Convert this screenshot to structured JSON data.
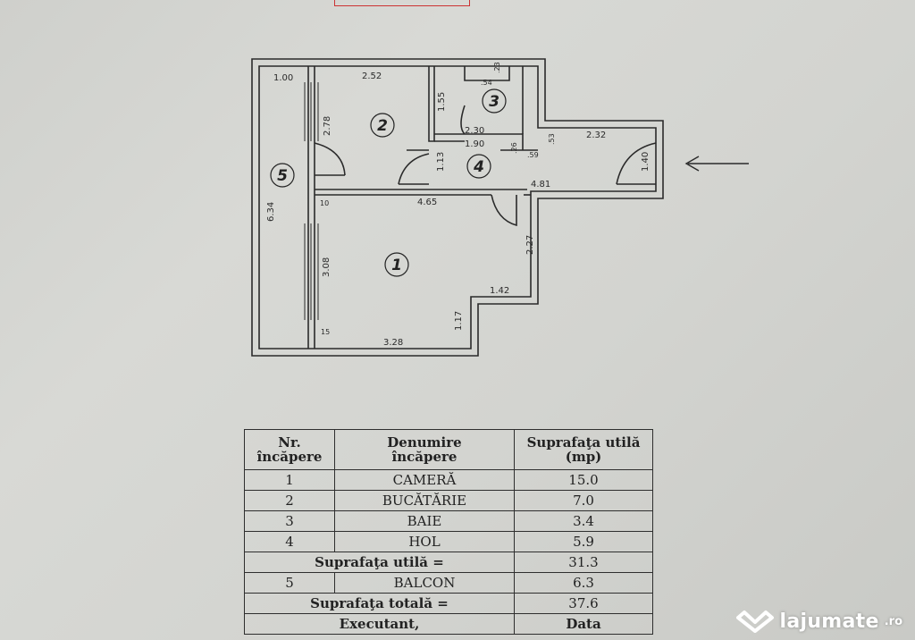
{
  "plan": {
    "dims": {
      "balcony_width": "1.00",
      "kitchen_width": "2.52",
      "bath_top": ".54",
      "bath_top2": ".23",
      "bath_side": "1.55",
      "kitchen_height": "2.78",
      "hall_a": "2.30",
      "hall_b": "1.90",
      "hall_c": ".26",
      "hall_d": ".53",
      "hall_e": "2.32",
      "hall_f": ".59",
      "door_h": "1.13",
      "entry_h": "1.40",
      "balcony_length": "6.34",
      "room_top": "4.65",
      "hall_bottom": "4.81",
      "small_a": "10",
      "room_side": "3.08",
      "room_right": "2.27",
      "room_step": "1.42",
      "room_step_h": "1.17",
      "room_bottom": "3.28",
      "small_b": "15"
    },
    "rooms": [
      "1",
      "2",
      "3",
      "4",
      "5"
    ]
  },
  "table": {
    "headers": [
      "Nr.\nîncăpere",
      "Denumire\nîncăpere",
      "Suprafaţa utilă\n(mp)"
    ],
    "rows": [
      {
        "nr": "1",
        "name": "CAMERĂ",
        "area": "15.0"
      },
      {
        "nr": "2",
        "name": "BUCĂTĂRIE",
        "area": "7.0"
      },
      {
        "nr": "3",
        "name": "BAIE",
        "area": "3.4"
      },
      {
        "nr": "4",
        "name": "HOL",
        "area": "5.9"
      }
    ],
    "useful_label": "Suprafaţa utilă =",
    "useful_value": "31.3",
    "balcony": {
      "nr": "5",
      "name": "BALCON",
      "area": "6.3"
    },
    "total_label": "Suprafaţa totală =",
    "total_value": "37.6",
    "executant": "Executant,",
    "data": "Data"
  },
  "watermark": {
    "brand": "lajumate",
    "tld": ".ro"
  }
}
